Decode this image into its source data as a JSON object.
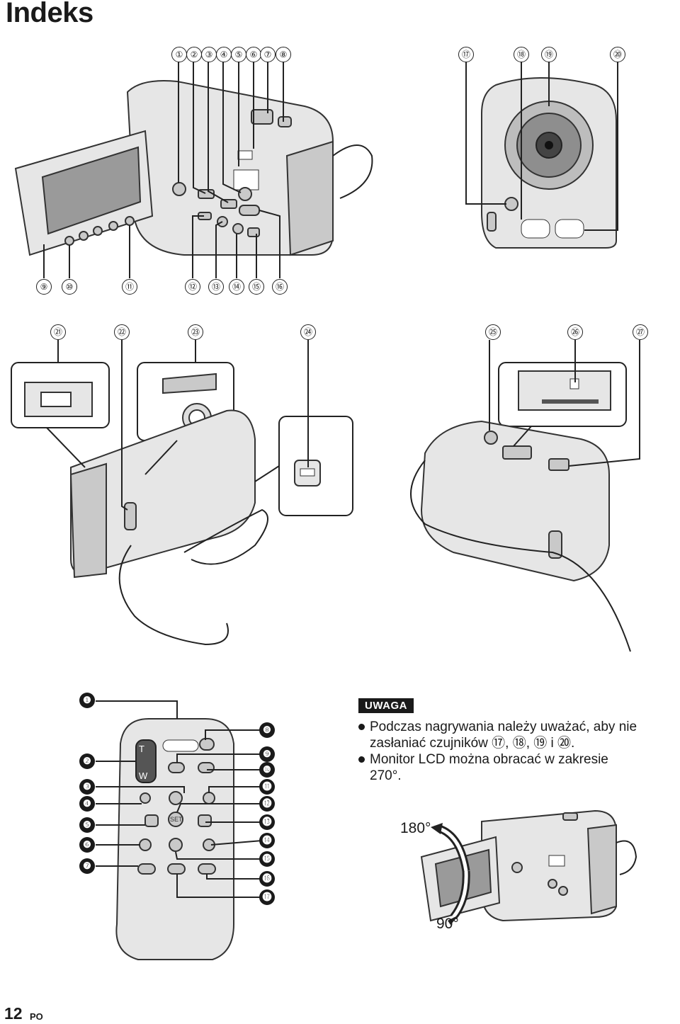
{
  "page": {
    "title": "Indeks",
    "page_number": "12",
    "language_code": "PO"
  },
  "top_callouts": [
    "①",
    "②",
    "③",
    "④",
    "⑤",
    "⑥",
    "⑦",
    "⑧",
    "⑰",
    "⑱",
    "⑲",
    "⑳"
  ],
  "bottom_callouts": [
    "⑨",
    "⑩",
    "⑪",
    "⑫",
    "⑬",
    "⑭",
    "⑮",
    "⑯"
  ],
  "middle_callouts": [
    "㉑",
    "㉒",
    "㉓",
    "㉔",
    "㉕",
    "㉖",
    "㉗"
  ],
  "remote": {
    "left_callouts": [
      "❶",
      "❷",
      "❸",
      "❹",
      "❺",
      "❻",
      "❼"
    ],
    "right_callouts": [
      "❽",
      "❾",
      "❿",
      "⓫",
      "⓬",
      "⓭",
      "⓮",
      "⓯",
      "⓰",
      "⓱"
    ],
    "key_t": "T",
    "key_w": "W",
    "key_set": "SET"
  },
  "note": {
    "header": "UWAGA",
    "item1_line1": "Podczas nagrywania należy uważać, aby nie",
    "item1_line2": "zasłaniać czujników ⑰, ⑱, ⑲ i ⑳.",
    "item2_line1": "Monitor LCD można obracać w zakresie",
    "item2_line2": "270°."
  },
  "rotation": {
    "angle_top": "180°",
    "angle_bottom": "90°"
  }
}
